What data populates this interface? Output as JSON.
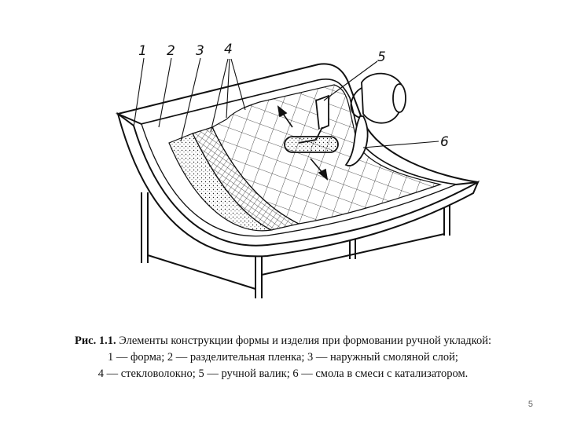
{
  "figure": {
    "labels": [
      "1",
      "2",
      "3",
      "4",
      "5",
      "6"
    ]
  },
  "caption": {
    "lead": "Рис. 1.1.",
    "line1_rest": " Элементы конструкции формы и изделия при формовании ручной укладкой:",
    "line2": "1 — форма; 2 — разделительная пленка; 3 — наружный смоляной слой;",
    "line3": "4 — стекловолокно; 5 — ручной валик; 6 — смола в смеси с катализатором."
  },
  "page_number": "5"
}
